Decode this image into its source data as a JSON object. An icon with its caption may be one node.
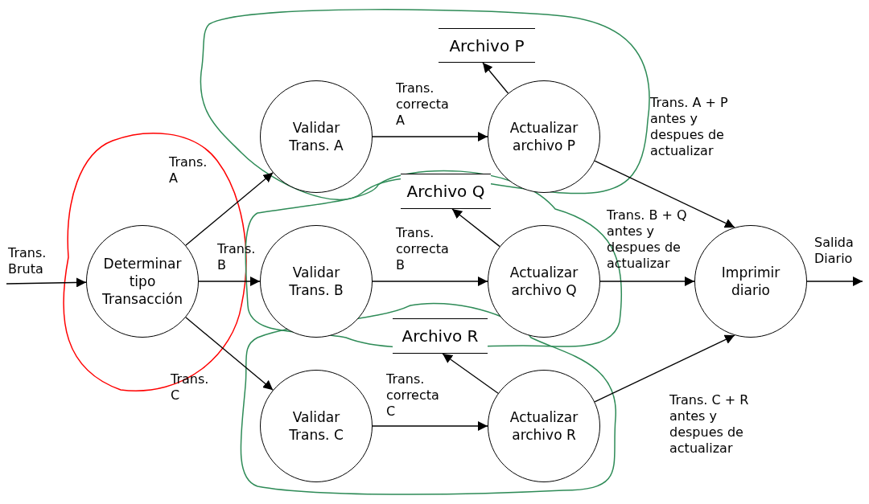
{
  "diagram": {
    "nodes": [
      {
        "text": [
          "Determinar tipo Transacción"
        ]
      },
      {
        "text": [
          "Validar Trans. A"
        ]
      },
      {
        "text": [
          "Actualizar archivo P"
        ]
      },
      {
        "text": [
          "Archivo P"
        ]
      },
      {
        "text": [
          "Validar Trans. B"
        ]
      },
      {
        "text": [
          "Actualizar archivo Q"
        ]
      },
      {
        "text": [
          "Archivo Q"
        ]
      },
      {
        "text": [
          "Validar Trans. C"
        ]
      },
      {
        "text": [
          "Actualizar archivo R"
        ]
      },
      {
        "text": [
          "Archivo R"
        ]
      },
      {
        "text": [
          "Imprimir diario"
        ]
      }
    ],
    "edges": [
      {
        "from": null,
        "to": 0,
        "arrow": "to",
        "label": "Trans. Bruta"
      },
      {
        "from": 0,
        "to": 1,
        "arrow": "to",
        "label": "Trans. A"
      },
      {
        "from": 0,
        "to": 4,
        "arrow": "to",
        "label": "Trans. B"
      },
      {
        "from": 0,
        "to": 7,
        "arrow": "to",
        "label": "Trans. C"
      },
      {
        "from": 1,
        "to": 2,
        "arrow": "to",
        "label": "Trans. correcta A"
      },
      {
        "from": 4,
        "to": 5,
        "arrow": "to",
        "label": "Trans. correcta B"
      },
      {
        "from": 7,
        "to": 8,
        "arrow": "to",
        "label": "Trans. correcta C"
      },
      {
        "from": 2,
        "to": 3,
        "arrow": "to"
      },
      {
        "from": 5,
        "to": 6,
        "arrow": "to"
      },
      {
        "from": 8,
        "to": 9,
        "arrow": "to"
      },
      {
        "from": 2,
        "to": 10,
        "arrow": "to",
        "label": "Trans. A + P antes y despues de actualizar"
      },
      {
        "from": 5,
        "to": 10,
        "arrow": "to",
        "label": "Trans. B + Q antes y despues de actualizar"
      },
      {
        "from": 8,
        "to": 10,
        "arrow": "to",
        "label": "Trans. C + R antes y despues de actualizar"
      },
      {
        "from": 10,
        "to": null,
        "arrow": "to",
        "label": "Salida Diario"
      }
    ]
  }
}
